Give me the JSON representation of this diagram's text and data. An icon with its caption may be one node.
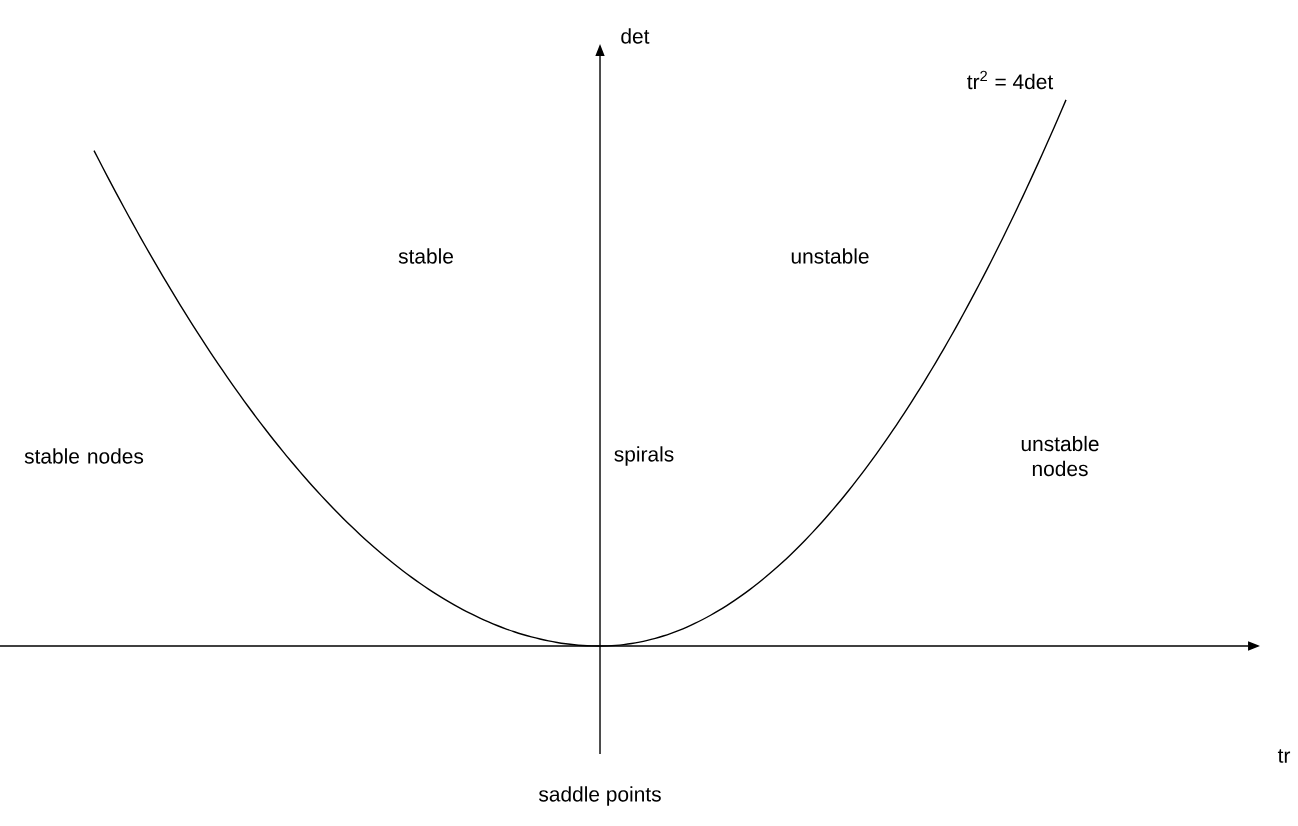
{
  "diagram": {
    "labels": [
      "det",
      "tr$^{2}$ = 4det",
      "stable",
      "unstable",
      "stable nodes",
      "spirals",
      "unstable nodes",
      "tr",
      "saddle points"
    ]
  }
}
